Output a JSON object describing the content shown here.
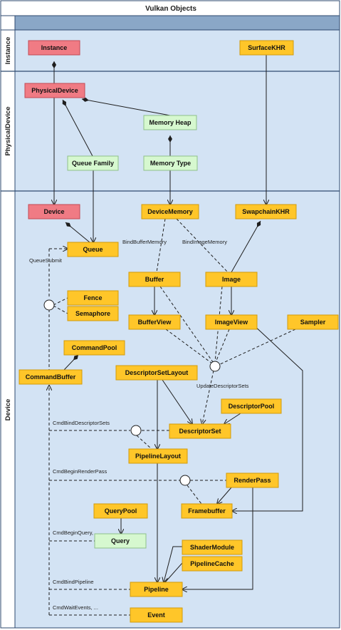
{
  "title": "Vulkan Objects",
  "colors": {
    "frame_bg": "#d3e3f4",
    "header_bar": "#8aa7c7",
    "lane_divider": "#2e4a6f",
    "red_fill": "#f07b84",
    "red_stroke": "#c24a55",
    "yellow_fill": "#ffc629",
    "yellow_stroke": "#d29b0c",
    "green_fill": "#d6f8cf",
    "green_stroke": "#8fc08a",
    "line": "#1e1e1e"
  },
  "lanes": [
    {
      "id": "instance",
      "label": "Instance"
    },
    {
      "id": "physical",
      "label": "PhysicalDevice"
    },
    {
      "id": "device",
      "label": "Device"
    }
  ],
  "nodes": [
    {
      "id": "instance",
      "label": "Instance",
      "color": "red"
    },
    {
      "id": "surfacekhr",
      "label": "SurfaceKHR",
      "color": "yellow"
    },
    {
      "id": "physicaldevice",
      "label": "PhysicalDevice",
      "color": "red"
    },
    {
      "id": "memoryheap",
      "label": "Memory Heap",
      "color": "green"
    },
    {
      "id": "queuefamily",
      "label": "Queue Family",
      "color": "green"
    },
    {
      "id": "memorytype",
      "label": "Memory Type",
      "color": "green"
    },
    {
      "id": "device",
      "label": "Device",
      "color": "red"
    },
    {
      "id": "devicememory",
      "label": "DeviceMemory",
      "color": "yellow"
    },
    {
      "id": "swapchainkhr",
      "label": "SwapchainKHR",
      "color": "yellow"
    },
    {
      "id": "queue",
      "label": "Queue",
      "color": "yellow"
    },
    {
      "id": "buffer",
      "label": "Buffer",
      "color": "yellow"
    },
    {
      "id": "image",
      "label": "Image",
      "color": "yellow"
    },
    {
      "id": "fence",
      "label": "Fence",
      "color": "yellow"
    },
    {
      "id": "semaphore",
      "label": "Semaphore",
      "color": "yellow"
    },
    {
      "id": "bufferview",
      "label": "BufferView",
      "color": "yellow"
    },
    {
      "id": "imageview",
      "label": "ImageView",
      "color": "yellow"
    },
    {
      "id": "sampler",
      "label": "Sampler",
      "color": "yellow"
    },
    {
      "id": "commandpool",
      "label": "CommandPool",
      "color": "yellow"
    },
    {
      "id": "commandbuffer",
      "label": "CommandBuffer",
      "color": "yellow"
    },
    {
      "id": "descriptorsetlayout",
      "label": "DescriptorSetLayout",
      "color": "yellow"
    },
    {
      "id": "descriptorpool",
      "label": "DescriptorPool",
      "color": "yellow"
    },
    {
      "id": "descriptorset",
      "label": "DescriptorSet",
      "color": "yellow"
    },
    {
      "id": "pipelinelayout",
      "label": "PipelineLayout",
      "color": "yellow"
    },
    {
      "id": "renderpass",
      "label": "RenderPass",
      "color": "yellow"
    },
    {
      "id": "querypool",
      "label": "QueryPool",
      "color": "yellow"
    },
    {
      "id": "framebuffer",
      "label": "Framebuffer",
      "color": "yellow"
    },
    {
      "id": "query",
      "label": "Query",
      "color": "green"
    },
    {
      "id": "shadermodule",
      "label": "ShaderModule",
      "color": "yellow"
    },
    {
      "id": "pipelinecache",
      "label": "PipelineCache",
      "color": "yellow"
    },
    {
      "id": "pipeline",
      "label": "Pipeline",
      "color": "yellow"
    },
    {
      "id": "event",
      "label": "Event",
      "color": "yellow"
    }
  ],
  "edge_labels": [
    {
      "id": "bindbuffermemory",
      "text": "BindBufferMemory"
    },
    {
      "id": "bindimagememory",
      "text": "BindImageMemory"
    },
    {
      "id": "queuesubmit",
      "text": "QueueSubmit"
    },
    {
      "id": "updatedescriptorsets",
      "text": "UpdateDescriptorSets"
    },
    {
      "id": "cmdbinddescriptorsets",
      "text": "CmdBindDescriptorSets"
    },
    {
      "id": "cmdbeginrenderpass",
      "text": "CmdBeginRenderPass"
    },
    {
      "id": "cmdbeginquery",
      "text": "CmdBeginQuery, ..."
    },
    {
      "id": "cmdbindpipeline",
      "text": "CmdBindPipeline"
    },
    {
      "id": "cmdwaitevents",
      "text": "CmdWaitEvents, ..."
    }
  ]
}
